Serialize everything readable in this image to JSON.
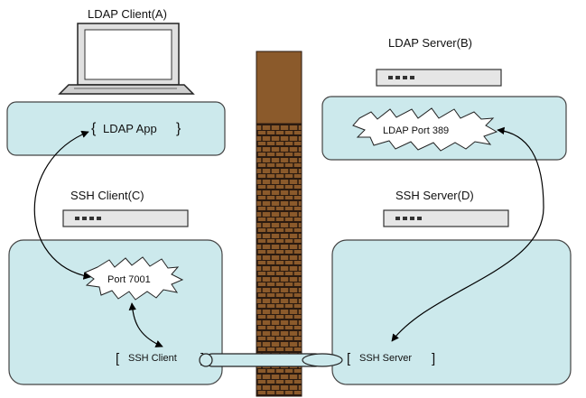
{
  "colors": {
    "panel_fill": "#cce9ec",
    "panel_stroke": "#444444",
    "wall_brick": "#8b5a2b",
    "wall_mortar": "#2a1a10",
    "device_fill": "#e6e6e6"
  },
  "nodes": {
    "ldap_client_title": "LDAP Client(A)",
    "ldap_server_title": "LDAP Server(B)",
    "ssh_client_title": "SSH Client(C)",
    "ssh_server_title": "SSH Server(D)"
  },
  "labels": {
    "ldap_app": "LDAP App",
    "ldap_port": "LDAP Port 389",
    "port_7001": "Port 7001",
    "ssh_client": "SSH Client",
    "ssh_server": "SSH Server"
  },
  "icons": [
    "laptop-icon",
    "server-device-icon",
    "firewall-icon",
    "burst-icon",
    "tunnel-icon"
  ]
}
